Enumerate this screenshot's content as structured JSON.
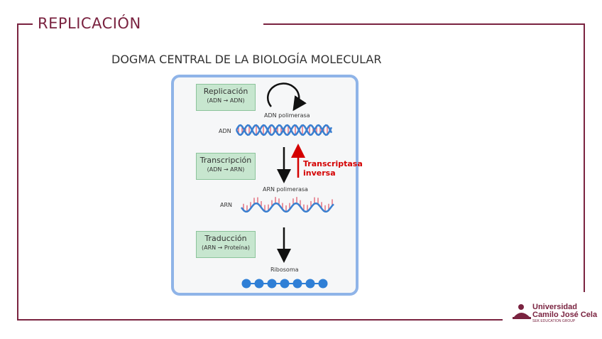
{
  "header": {
    "title": "REPLICACIÓN",
    "subtitle": "DOGMA CENTRAL DE LA BIOLOGÍA MOLECULAR"
  },
  "diagram": {
    "steps": [
      {
        "label": "Replicación",
        "sub": "(ADN → ADN)"
      },
      {
        "label": "Transcripción",
        "sub": "(ADN → ARN)"
      },
      {
        "label": "Traducción",
        "sub": "(ARN → Proteína)"
      }
    ],
    "enzymes": {
      "dna_polymerase": "ADN polimerasa",
      "rna_polymerase": "ARN polimerasa",
      "ribosome": "Ribosoma"
    },
    "molecules": {
      "dna": "ADN",
      "rna": "ARN"
    },
    "reverse_transcriptase_line1": "Transcriptasa",
    "reverse_transcriptase_line2": "inversa"
  },
  "logo": {
    "line1": "Universidad",
    "line2": "Camilo José Cela",
    "line3": "SEK EDUCATION GROUP"
  },
  "colors": {
    "accent": "#7a2340",
    "panel_border": "#8fb4e8",
    "step_fill": "#c7e6cf",
    "helix": "#3a7fd0",
    "bases": "#e06070",
    "reverse_arrow": "#d40000",
    "protein_bead": "#2f7fd6"
  }
}
